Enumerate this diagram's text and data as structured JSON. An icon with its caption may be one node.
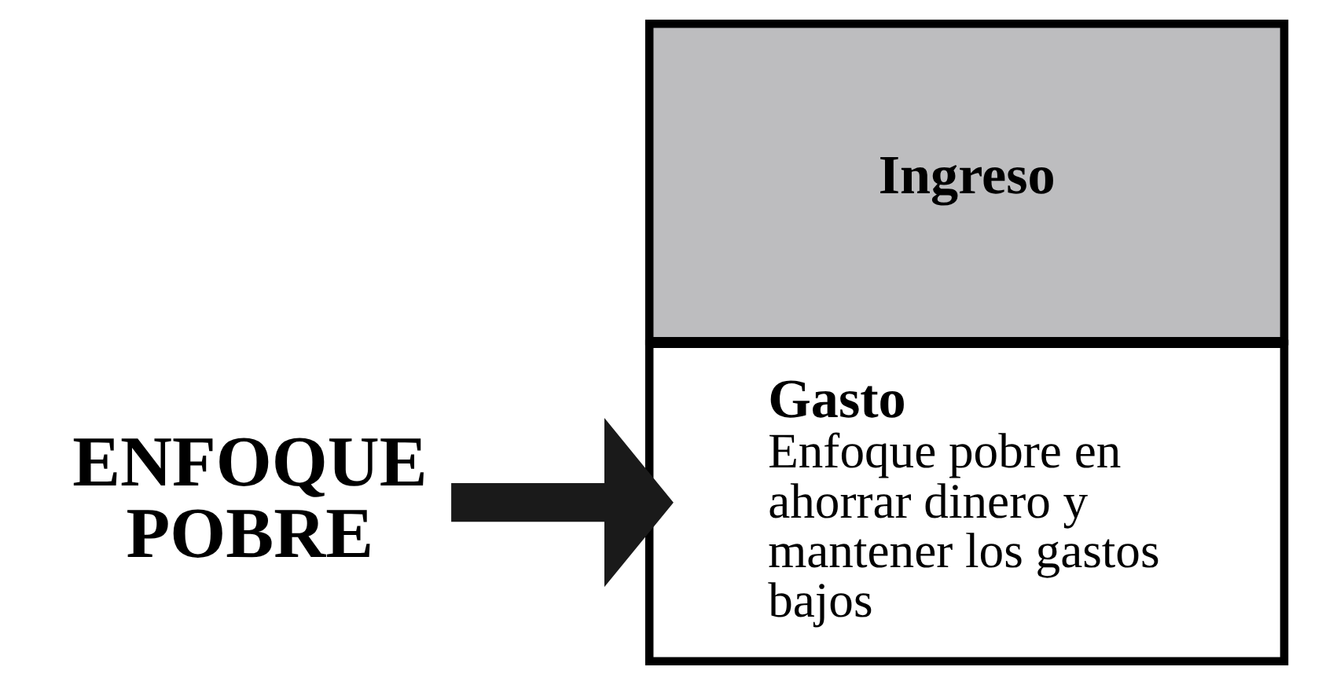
{
  "diagram": {
    "nodes": [
      {
        "text": [
          "ENFOQUE POBRE"
        ]
      },
      {
        "text": [
          "Ingreso"
        ]
      },
      {
        "text": [
          "Gasto",
          "Enfoque pobre en ahorrar dinero y mantener los gastos bajos"
        ]
      }
    ],
    "edges": [
      {
        "from": 0,
        "to": 2,
        "arrow": "to"
      }
    ]
  }
}
